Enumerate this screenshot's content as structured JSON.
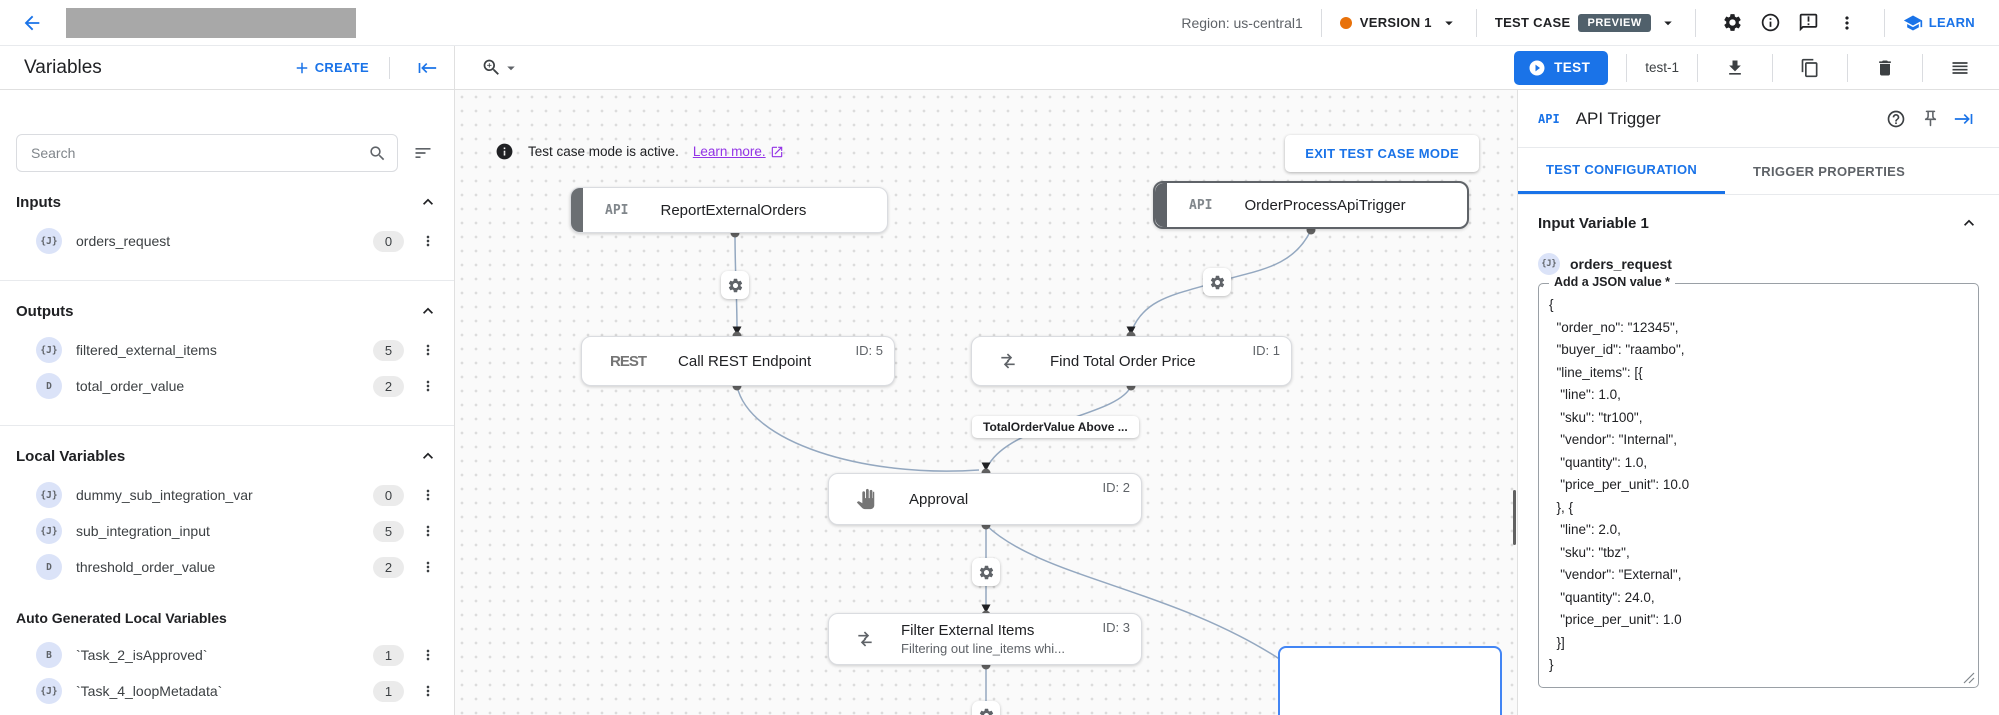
{
  "topbar": {
    "region": "Region: us-central1",
    "version": "VERSION 1",
    "test_case": "TEST CASE",
    "preview_badge": "PREVIEW",
    "learn": "LEARN"
  },
  "toolbar": {
    "title": "Variables",
    "create": "CREATE",
    "test": "TEST",
    "test_name": "test-1"
  },
  "sidebar": {
    "search_placeholder": "Search",
    "sections": [
      {
        "title": "Inputs",
        "items": [
          {
            "type": "{J}",
            "name": "orders_request",
            "count": "0"
          }
        ]
      },
      {
        "title": "Outputs",
        "items": [
          {
            "type": "{J}",
            "name": "filtered_external_items",
            "count": "5"
          },
          {
            "type": "D",
            "name": "total_order_value",
            "count": "2"
          }
        ]
      },
      {
        "title": "Local Variables",
        "items": [
          {
            "type": "{J}",
            "name": "dummy_sub_integration_var",
            "count": "0"
          },
          {
            "type": "{J}",
            "name": "sub_integration_input",
            "count": "5"
          },
          {
            "type": "D",
            "name": "threshold_order_value",
            "count": "2"
          }
        ]
      },
      {
        "title": "Auto Generated Local Variables",
        "items": [
          {
            "type": "B",
            "name": "`Task_2_isApproved`",
            "count": "1"
          },
          {
            "type": "{J}",
            "name": "`Task_4_loopMetadata`",
            "count": "1"
          }
        ]
      }
    ]
  },
  "canvas": {
    "banner": {
      "text": "Test case mode is active.",
      "link": "Learn more.",
      "exit": "EXIT TEST CASE MODE"
    },
    "edge_label": "TotalOrderValue Above ...",
    "nodes": {
      "report": {
        "badge": "API",
        "title": "ReportExternalOrders"
      },
      "orderprocess": {
        "badge": "API",
        "title": "OrderProcessApiTrigger"
      },
      "rest": {
        "badge": "REST",
        "title": "Call REST Endpoint",
        "id": "ID: 5"
      },
      "find": {
        "title": "Find Total Order Price",
        "id": "ID: 1"
      },
      "approval": {
        "title": "Approval",
        "id": "ID: 2"
      },
      "filter": {
        "title": "Filter External Items",
        "subtitle": "Filtering out line_items whi...",
        "id": "ID: 3"
      }
    }
  },
  "panel": {
    "badge": "API",
    "title": "API Trigger",
    "tabs": [
      "TEST CONFIGURATION",
      "TRIGGER PROPERTIES"
    ],
    "section_title": "Input Variable 1",
    "variable": {
      "type": "{J}",
      "name": "orders_request"
    },
    "field_label": "Add a JSON value *",
    "json_value": "{\n  \"order_no\": \"12345\",\n  \"buyer_id\": \"raambo\",\n  \"line_items\": [{\n   \"line\": 1.0,\n   \"sku\": \"tr100\",\n   \"vendor\": \"Internal\",\n   \"quantity\": 1.0,\n   \"price_per_unit\": 10.0\n  }, {\n   \"line\": 2.0,\n   \"sku\": \"tbz\",\n   \"vendor\": \"External\",\n   \"quantity\": 24.0,\n   \"price_per_unit\": 1.0\n  }]\n}"
  },
  "colors": {
    "accent": "#1a73e8",
    "preview_badge": "#50606b",
    "version_dot": "#e8710a",
    "visited_link": "#9334e6"
  }
}
